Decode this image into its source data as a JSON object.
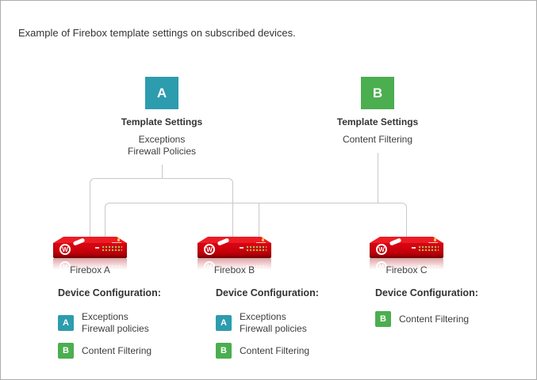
{
  "page": {
    "title": "Example of Firebox template settings on subscribed devices."
  },
  "colors": {
    "template_a_teal": "#2D9CAE",
    "template_b_green": "#4BAE4F",
    "firebox_red": "#D6000D",
    "connector_line_gray": "#C9C9C9",
    "border_gray": "#ADADAD"
  },
  "templates": [
    {
      "letter": "A",
      "heading": "Template Settings",
      "lines": [
        "Exceptions",
        "Firewall Policies"
      ]
    },
    {
      "letter": "B",
      "heading": "Template Settings",
      "lines": [
        "Content Filtering"
      ]
    }
  ],
  "devices": [
    {
      "label": "Firebox A",
      "config_heading": "Device Configuration:",
      "assignments": [
        {
          "letter": "A",
          "lines": [
            "Exceptions",
            "Firewall policies"
          ]
        },
        {
          "letter": "B",
          "lines": [
            "Content Filtering"
          ]
        }
      ]
    },
    {
      "label": "Firebox B",
      "config_heading": "Device Configuration:",
      "assignments": [
        {
          "letter": "A",
          "lines": [
            "Exceptions",
            "Firewall policies"
          ]
        },
        {
          "letter": "B",
          "lines": [
            "Content Filtering"
          ]
        }
      ]
    },
    {
      "label": "Firebox C",
      "config_heading": "Device Configuration:",
      "assignments": [
        {
          "letter": "B",
          "lines": [
            "Content Filtering"
          ]
        }
      ]
    }
  ],
  "firebox_art": {
    "logo_letter": "W"
  }
}
